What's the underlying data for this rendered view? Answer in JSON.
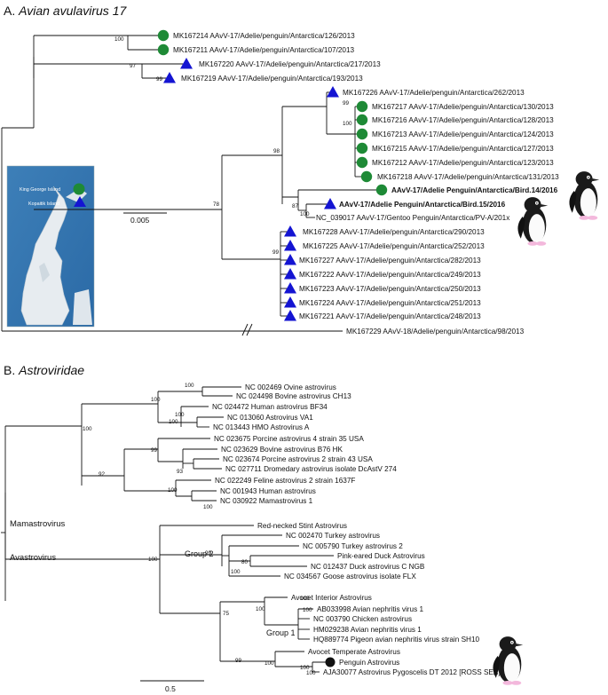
{
  "panel_a": {
    "letter": "A. ",
    "title": "Avian avulavirus 17",
    "scale": "0.005",
    "colors": {
      "green": "#1e8a36",
      "blue": "#1414d2"
    },
    "map": {
      "island1": "King George Island",
      "island2": "Kopaitik Island"
    },
    "bootstrap": [
      "100",
      "97",
      "99",
      "99",
      "100",
      "98",
      "78",
      "87",
      "100",
      "99"
    ],
    "tips": [
      {
        "label": "MK167214 AAvV-17/Adelie/penguin/Antarctica/126/2013",
        "marker": "green-circle"
      },
      {
        "label": "MK167211 AAvV-17/Adelie/penguin/Antarctica/107/2013",
        "marker": "green-circle"
      },
      {
        "label": "MK167220 AAvV-17/Adelie/penguin/Antarctica/217/2013",
        "marker": "blue-triangle"
      },
      {
        "label": "MK167219 AAvV-17/Adelie/penguin/Antarctica/193/2013",
        "marker": "blue-triangle"
      },
      {
        "label": "MK167226 AAvV-17/Adelie/penguin/Antarctica/262/2013",
        "marker": "blue-triangle"
      },
      {
        "label": "MK167217 AAvV-17/Adelie/penguin/Antarctica/130/2013",
        "marker": "green-circle"
      },
      {
        "label": "MK167216 AAvV-17/Adelie/penguin/Antarctica/128/2013",
        "marker": "green-circle"
      },
      {
        "label": "MK167213 AAvV-17/Adelie/penguin/Antarctica/124/2013",
        "marker": "green-circle"
      },
      {
        "label": "MK167215 AAvV-17/Adelie/penguin/Antarctica/127/2013",
        "marker": "green-circle"
      },
      {
        "label": "MK167212 AAvV-17/Adelie/penguin/Antarctica/123/2013",
        "marker": "green-circle"
      },
      {
        "label": "MK167218 AAvV-17/Adelie/penguin/Antarctica/131/2013",
        "marker": "green-circle"
      },
      {
        "label": "AAvV-17/Adelie Penguin/Antarctica/Bird.14/2016",
        "marker": "green-circle",
        "bold": true
      },
      {
        "label": "AAvV-17/Adelie Penguin/Antarctica/Bird.15/2016",
        "marker": "blue-triangle",
        "bold": true
      },
      {
        "label": "NC_039017 AAvV-17/Gentoo Penguin/Antarctica/PV-A/201x",
        "marker": "none"
      },
      {
        "label": "MK167228 AAvV-17/Adelie/penguin/Antarctica/290/2013",
        "marker": "blue-triangle"
      },
      {
        "label": "MK167225 AAvV-17/Adelie/penguin/Antarctica/252/2013",
        "marker": "blue-triangle"
      },
      {
        "label": "MK167227 AAvV-17/Adelie/penguin/Antarctica/282/2013",
        "marker": "blue-triangle"
      },
      {
        "label": "MK167222 AAvV-17/Adelie/penguin/Antarctica/249/2013",
        "marker": "blue-triangle"
      },
      {
        "label": "MK167223 AAvV-17/Adelie/penguin/Antarctica/250/2013",
        "marker": "blue-triangle"
      },
      {
        "label": "MK167224 AAvV-17/Adelie/penguin/Antarctica/251/2013",
        "marker": "blue-triangle"
      },
      {
        "label": "MK167221 AAvV-17/Adelie/penguin/Antarctica/248/2013",
        "marker": "blue-triangle"
      },
      {
        "label": "MK167229 AAvV-18/Adelie/penguin/Antarctica/98/2013",
        "marker": "none"
      }
    ]
  },
  "panel_b": {
    "letter": "B. ",
    "title": "Astroviridae",
    "scale": "0.5",
    "clades": {
      "mamastro": "Mamastrovirus",
      "avastro": "Avastrovirus",
      "group1": "Group 1",
      "group2": "Group 2"
    },
    "bootstrap": [
      "100",
      "100",
      "100",
      "100",
      "99",
      "93",
      "92",
      "100",
      "100",
      "100",
      "100",
      "99",
      "80",
      "100",
      "75",
      "100",
      "100",
      "100",
      "99",
      "100",
      "100",
      "100"
    ],
    "tips": [
      {
        "label": "NC 002469 Ovine astrovirus"
      },
      {
        "label": "NC 024498 Bovine astrovirus CH13"
      },
      {
        "label": "NC 024472 Human astrovirus BF34"
      },
      {
        "label": "NC 013060 Astrovirus VA1"
      },
      {
        "label": "NC 013443 HMO Astrovirus A"
      },
      {
        "label": "NC 023675 Porcine astrovirus 4 strain 35 USA"
      },
      {
        "label": "NC 023629 Bovine astrovirus B76 HK"
      },
      {
        "label": "NC 023674 Porcine astrovirus 2 strain 43 USA"
      },
      {
        "label": "NC 027711 Dromedary astrovirus isolate DcAstV 274"
      },
      {
        "label": "NC 022249 Feline astrovirus 2 strain 1637F"
      },
      {
        "label": "NC 001943 Human astrovirus"
      },
      {
        "label": "NC 030922 Mamastrovirus 1"
      },
      {
        "label": "Red-necked Stint Astrovirus"
      },
      {
        "label": "NC 002470 Turkey astrovirus"
      },
      {
        "label": "NC 005790 Turkey astrovirus 2"
      },
      {
        "label": "Pink-eared Duck Astrovirus"
      },
      {
        "label": "NC 012437 Duck astrovirus C NGB"
      },
      {
        "label": "NC 034567 Goose astrovirus isolate FLX"
      },
      {
        "label": "Avocet Interior Astrovirus"
      },
      {
        "label": "AB033998 Avian nephritis virus 1"
      },
      {
        "label": "NC 003790 Chicken astrovirus"
      },
      {
        "label": "HM029238 Avian nephritis virus 1"
      },
      {
        "label": "HQ889774 Pigeon avian nephritis virus strain SH10"
      },
      {
        "label": "Avocet Temperate Astrovirus"
      },
      {
        "label": "Penguin Astrovirus",
        "marker": "black-circle"
      },
      {
        "label": "AJA30077 Astrovirus Pygoscelis DT 2012 [ROSS SEA]"
      }
    ]
  }
}
